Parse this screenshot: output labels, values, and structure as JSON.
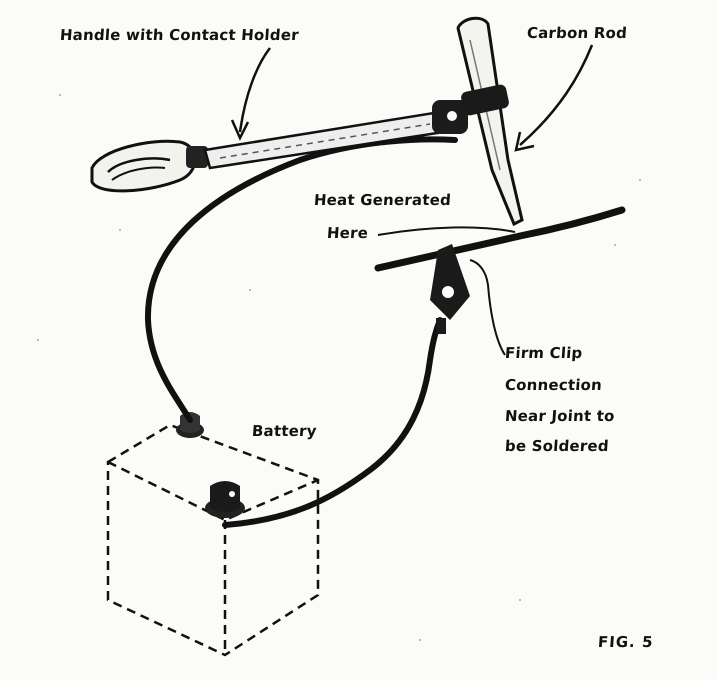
{
  "diagram": {
    "labels": {
      "handle": "Handle with Contact Holder",
      "carbon_rod": "Carbon Rod",
      "heat_line1": "Heat Generated",
      "heat_line2": "Here",
      "clip_line1": "Firm Clip",
      "clip_line2": "Connection",
      "clip_line3": "Near Joint to",
      "clip_line4": "be Soldered",
      "battery": "Battery",
      "figure": "FIG. 5"
    }
  }
}
